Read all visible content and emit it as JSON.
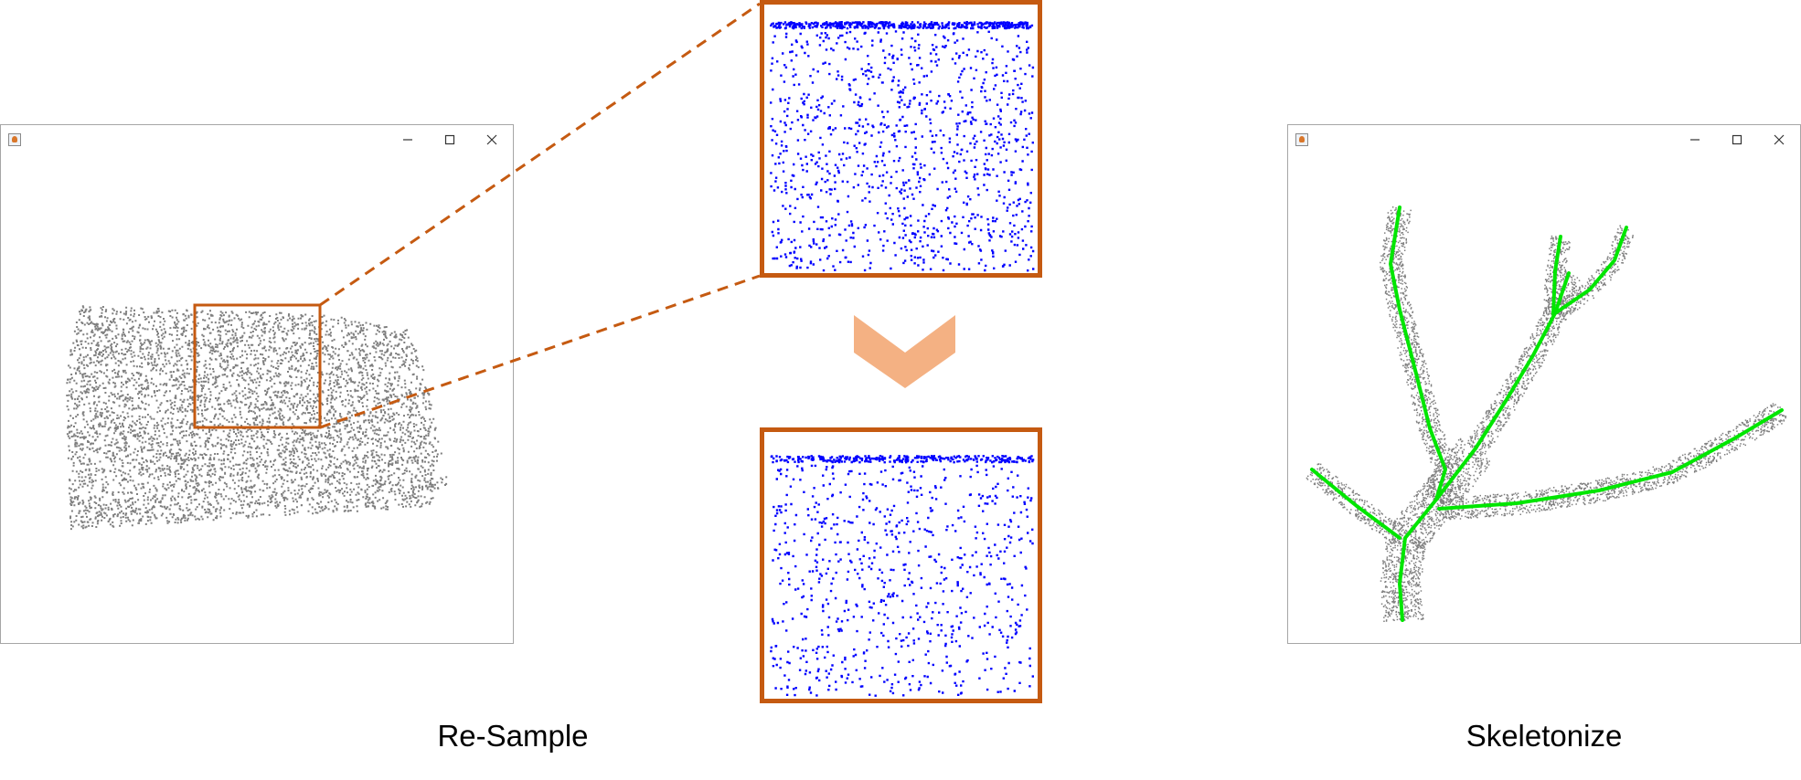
{
  "captions": {
    "resample": "Re-Sample",
    "skeletonize": "Skeletonize"
  },
  "colors": {
    "accent": "#c55a11",
    "arrow": "#f4b183",
    "zoom_points": "#0000ff",
    "cloud_points": "#7f7f7f",
    "skeleton": "#00e600",
    "window_border": "#a6a6a6"
  },
  "icons": {
    "window_app": "java-icon",
    "window_controls": [
      "minimize-icon",
      "maximize-icon",
      "close-icon"
    ],
    "flow_arrow": "chevron-down-arrow"
  },
  "windows": [
    {
      "name": "resample-window",
      "content": "gray point cloud (planar patch)",
      "highlight": "orange selection rectangle"
    },
    {
      "name": "skeleton-window",
      "content": "gray tree branch point cloud",
      "overlay": "green skeleton curve"
    }
  ],
  "zoom_panels": [
    {
      "name": "zoom-before",
      "content": "dense non-uniform blue points"
    },
    {
      "name": "zoom-after",
      "content": "uniform re-sampled blue points"
    }
  ]
}
